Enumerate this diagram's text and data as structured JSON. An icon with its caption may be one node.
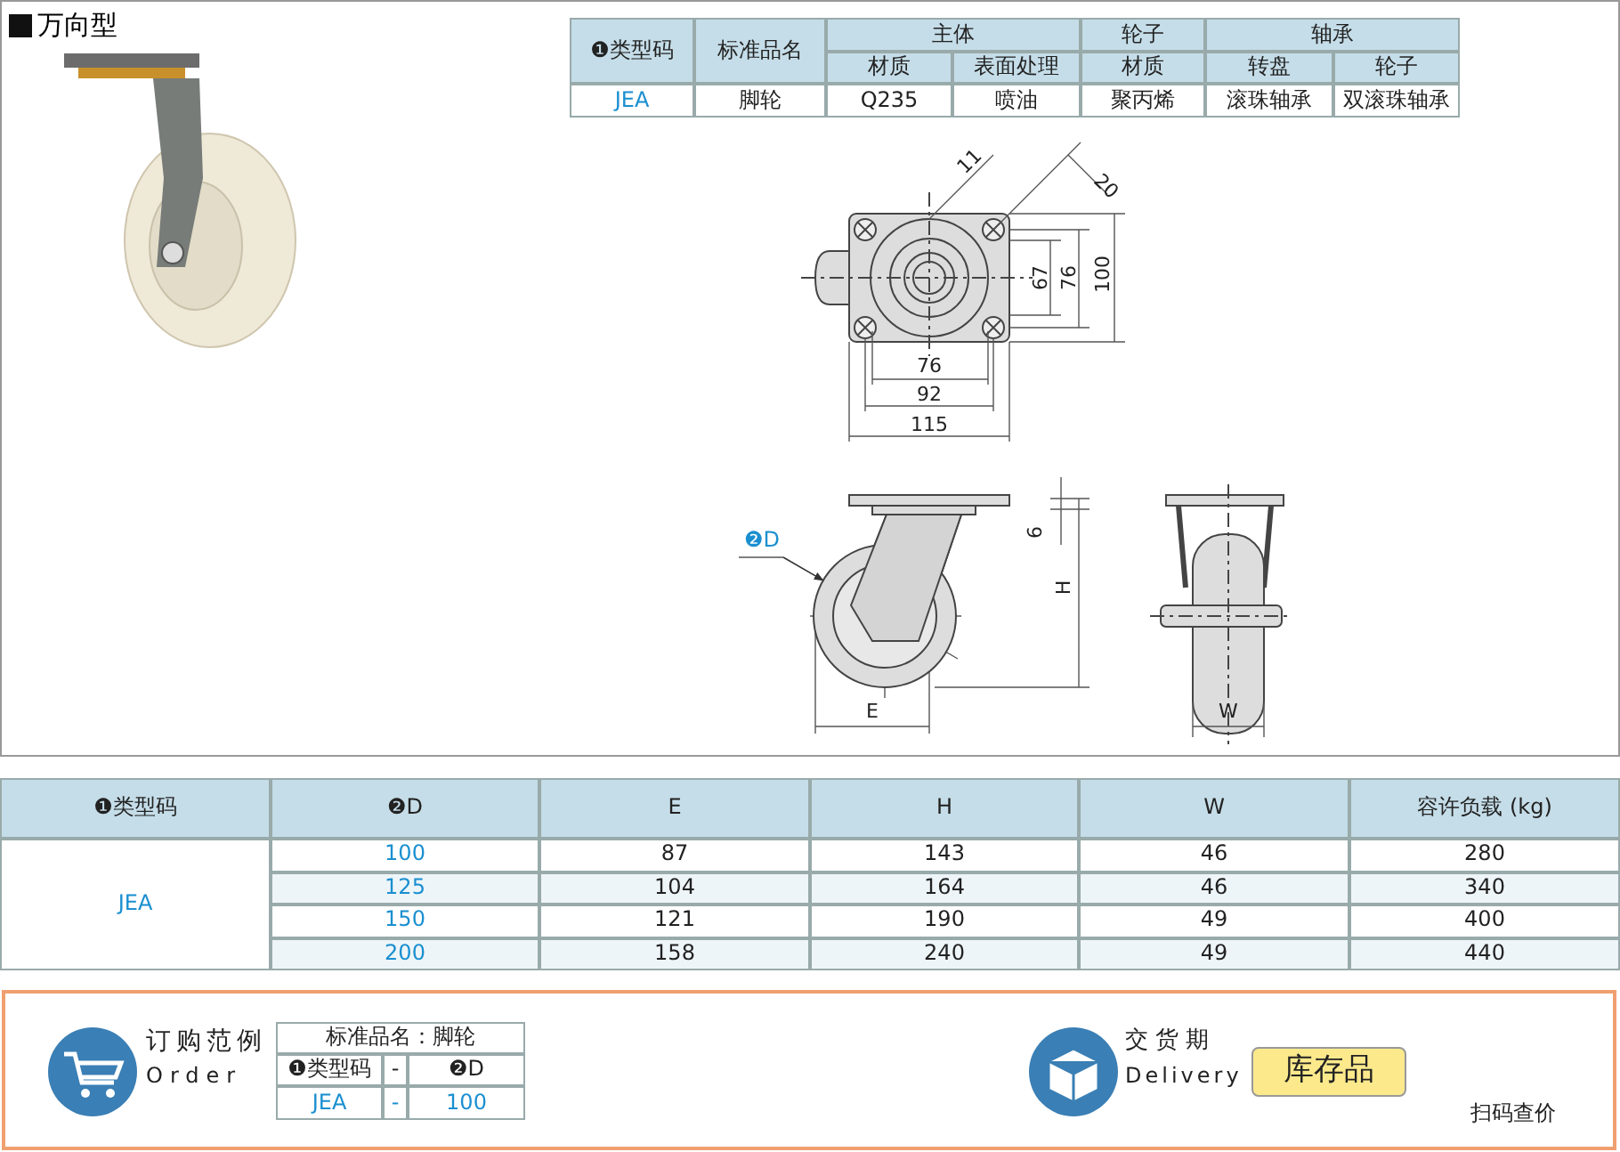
{
  "diagram": {
    "title": "万向型",
    "nodes": [
      {
        "text": [
          "❷D"
        ]
      },
      {
        "text": [],
        "shape": "picture"
      }
    ],
    "edges": [
      {
        "from": 0,
        "to": 1,
        "arrow": "to"
      }
    ],
    "labels": [
      "❶类型码",
      "标准品名",
      "主体",
      "轮子",
      "轴承",
      "材质",
      "表面处理",
      "材质",
      "转盘",
      "轮子",
      "JEA",
      "脚轮",
      "Q235",
      "喷油",
      "聚丙烯",
      "滚珠轴承",
      "双滚珠轴承",
      "11",
      "20",
      "67",
      "76",
      "100",
      "76",
      "92",
      "115",
      "6",
      "H",
      "E",
      "W",
      "❶类型码",
      "❷D",
      "E",
      "H",
      "W",
      "容许负载 (kg)",
      "JEA",
      "100",
      "87",
      "143",
      "46",
      "280",
      "125",
      "104",
      "164",
      "46",
      "340",
      "150",
      "121",
      "190",
      "49",
      "400",
      "200",
      "158",
      "240",
      "49",
      "440",
      "订购范例",
      "Order",
      "标准品名：脚轮",
      "❶类型码",
      "-",
      "❷D",
      "JEA",
      "-",
      "100",
      "交货期",
      "Delivery",
      "库存品",
      "扫码查价"
    ]
  }
}
